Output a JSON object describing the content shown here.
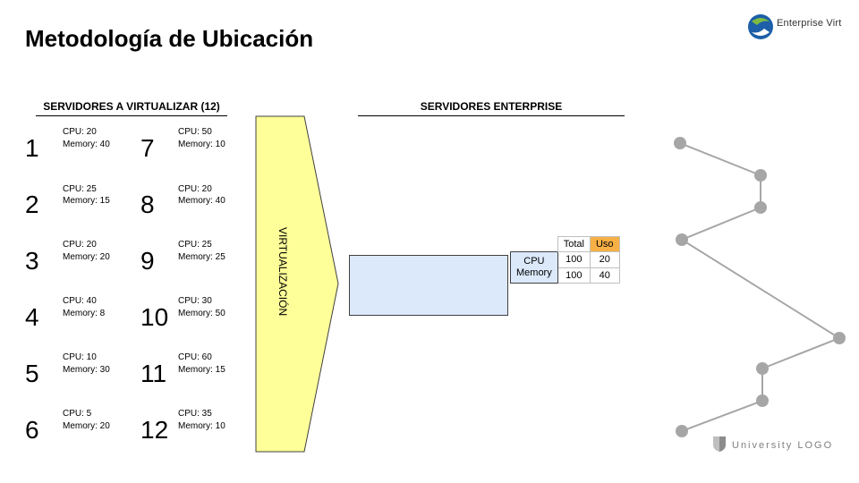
{
  "slide": {
    "title": "Metodología de Ubicación",
    "brand_text": "Enterprise Virt",
    "university_logo": "University LOGO"
  },
  "sections": {
    "left_header": "SERVIDORES A VIRTUALIZAR (12)",
    "right_header": "SERVIDORES ENTERPRISE",
    "arrow_label": "VIRTUALIZACIÓN"
  },
  "servers": [
    {
      "num": "1",
      "cpu": "CPU: 20",
      "memory": "Memory: 40"
    },
    {
      "num": "2",
      "cpu": "CPU: 25",
      "memory": "Memory: 15"
    },
    {
      "num": "3",
      "cpu": "CPU: 20",
      "memory": "Memory: 20"
    },
    {
      "num": "4",
      "cpu": "CPU: 40",
      "memory": "Memory: 8"
    },
    {
      "num": "5",
      "cpu": "CPU: 10",
      "memory": "Memory: 30"
    },
    {
      "num": "6",
      "cpu": "CPU: 5",
      "memory": "Memory: 20"
    },
    {
      "num": "7",
      "cpu": "CPU: 50",
      "memory": "Memory: 10"
    },
    {
      "num": "8",
      "cpu": "CPU: 20",
      "memory": "Memory: 40"
    },
    {
      "num": "9",
      "cpu": "CPU: 25",
      "memory": "Memory: 25"
    },
    {
      "num": "10",
      "cpu": "CPU: 30",
      "memory": "Memory: 50"
    },
    {
      "num": "11",
      "cpu": "CPU: 60",
      "memory": "Memory: 15"
    },
    {
      "num": "12",
      "cpu": "CPU: 35",
      "memory": "Memory: 10"
    }
  ],
  "usage_table": {
    "headers": [
      "Total",
      "Uso"
    ],
    "rows": [
      {
        "label": "CPU",
        "total": "100",
        "uso": "20"
      },
      {
        "label": "Memory",
        "total": "100",
        "uso": "40"
      }
    ]
  },
  "colors": {
    "arrow_fill": "#ffff99",
    "enterprise_box": "#dbe9fb",
    "uso_header": "#f7b045",
    "decor_dots": "#a6a6a6"
  }
}
